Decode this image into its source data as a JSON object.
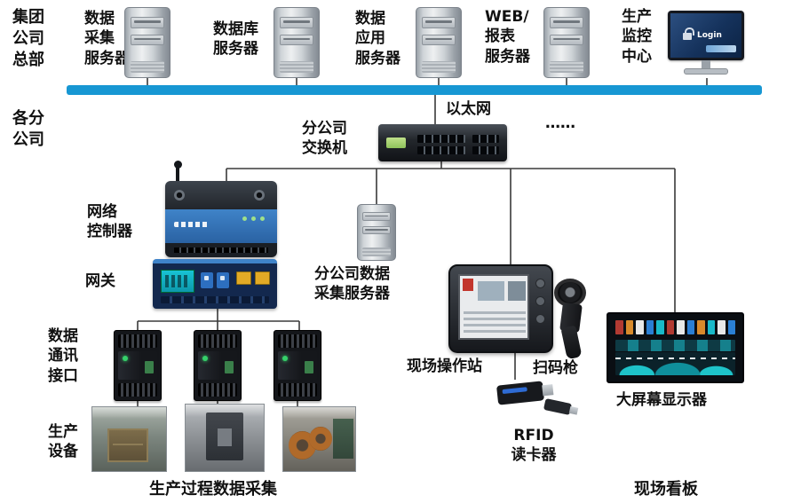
{
  "sections": {
    "hq_label": "集团\n公司\n总部",
    "branch_label": "各分\n公司"
  },
  "servers": [
    {
      "label": "数据\n采集\n服务器"
    },
    {
      "label": "数据库\n服务器"
    },
    {
      "label": "数据\n应用\n服务器"
    },
    {
      "label": "WEB/\n报表\n服务器"
    }
  ],
  "monitor": {
    "label": "生产\n监控\n中心",
    "screen_text": "Login"
  },
  "network": {
    "ethernet": "以太网",
    "switch_label": "分公司\n交换机",
    "dots": "……",
    "controller_label": "网络\n控制器",
    "gateway_label": "网关",
    "branch_server_label": "分公司数据\n采集服务器"
  },
  "field": {
    "comm_label": "数据\n通讯\n接口",
    "equipment_label": "生产\n设备",
    "station_label": "现场操作站",
    "scanner_label": "扫码枪",
    "rfid_label": "RFID\n读卡器",
    "bigscreen_label": "大屏幕显示器"
  },
  "captions": {
    "left": "生产过程数据采集",
    "right": "现场看板"
  },
  "colors": {
    "ethernet_bar": "#1797d3",
    "connector": "#3a3a3a"
  }
}
